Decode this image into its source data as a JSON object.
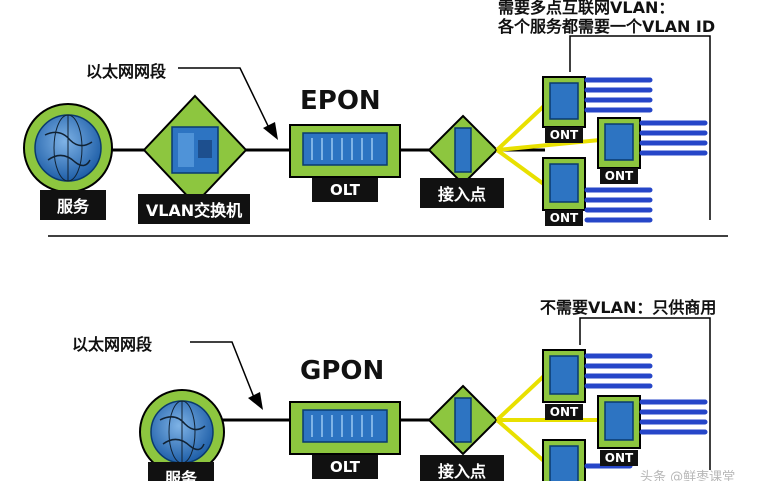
{
  "top": {
    "ethernet_label": "以太网网段",
    "title": "EPON",
    "note_line1": "需要多点互联网VLAN：",
    "note_line2": "各个服务都需要一个VLAN ID",
    "service_label": "服务",
    "switch_label": "VLAN交换机",
    "olt_label": "OLT",
    "access_label": "接入点",
    "ont_labels": [
      "ONT",
      "ONT",
      "ONT"
    ]
  },
  "bottom": {
    "ethernet_label": "以太网网段",
    "title": "GPON",
    "note": "不需要VLAN：只供商用",
    "service_label": "服务",
    "olt_label": "OLT",
    "access_label": "接入点",
    "ont_labels": [
      "ONT",
      "ONT"
    ]
  },
  "watermark": "头条 @鲜枣课堂",
  "colors": {
    "frame_green": "#8dc63f",
    "device_blue": "#2d74c2",
    "fiber_yellow": "#e8e000",
    "cable_blue": "#2646c8"
  }
}
